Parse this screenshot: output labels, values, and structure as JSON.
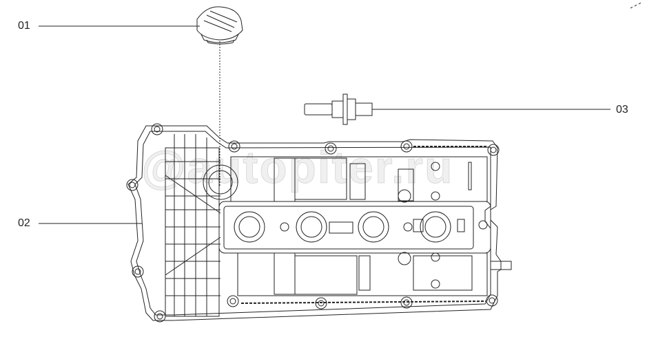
{
  "callouts": [
    {
      "id": "01",
      "label": "01"
    },
    {
      "id": "02",
      "label": "02"
    },
    {
      "id": "03",
      "label": "03"
    }
  ],
  "watermark": "@autopiter.ru",
  "colors": {
    "line": "#222222",
    "background": "#ffffff"
  }
}
